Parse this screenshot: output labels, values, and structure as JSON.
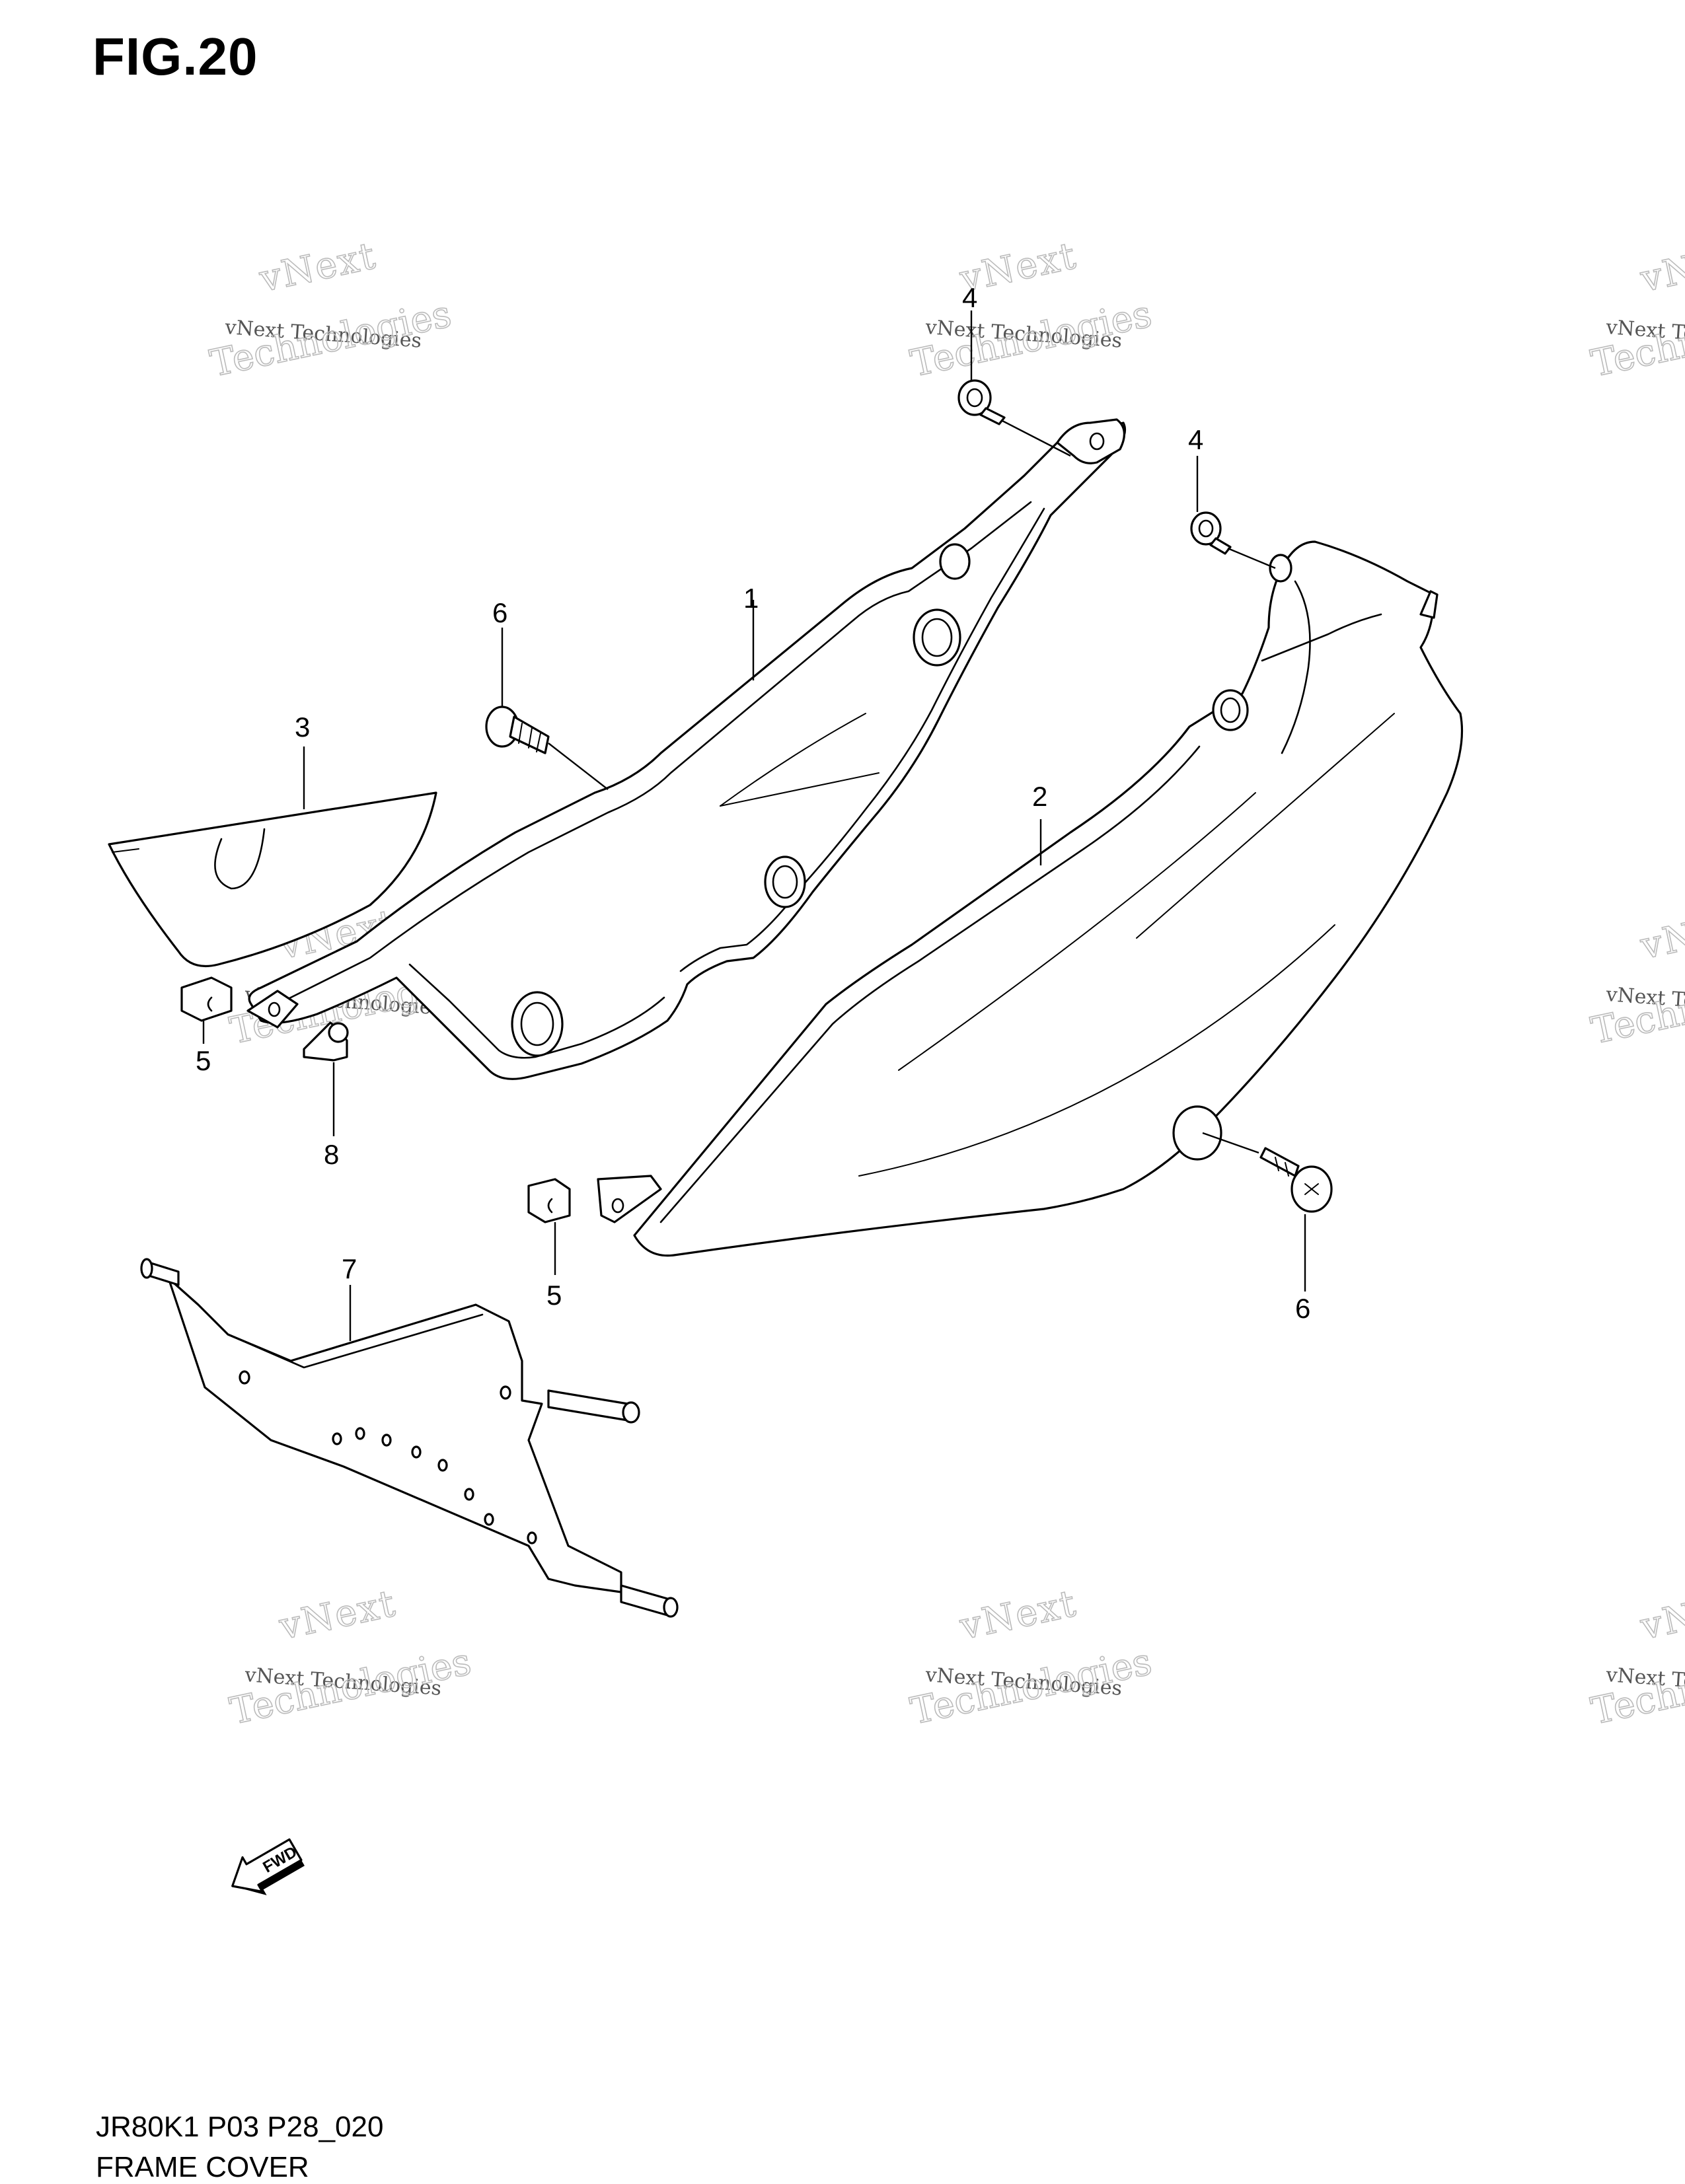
{
  "figure": {
    "title": "FIG.20",
    "code": "JR80K1 P03 P28_020",
    "name": "FRAME COVER"
  },
  "callouts": [
    {
      "id": "c1",
      "label": "1"
    },
    {
      "id": "c2",
      "label": "2"
    },
    {
      "id": "c3",
      "label": "3"
    },
    {
      "id": "c4a",
      "label": "4"
    },
    {
      "id": "c4b",
      "label": "4"
    },
    {
      "id": "c5a",
      "label": "5"
    },
    {
      "id": "c5b",
      "label": "5"
    },
    {
      "id": "c6a",
      "label": "6"
    },
    {
      "id": "c6b",
      "label": "6"
    },
    {
      "id": "c7",
      "label": "7"
    },
    {
      "id": "c8",
      "label": "8"
    }
  ],
  "watermark": {
    "line1": "vNext Technologies",
    "line2": "vNext",
    "line3": "Technologies"
  },
  "fwd_label": "FWD"
}
